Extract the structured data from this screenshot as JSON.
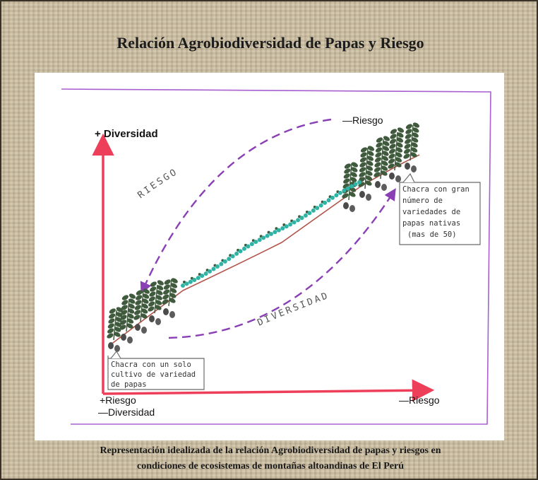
{
  "title": "Relación Agrobiodiversidad de Papas y Riesgo",
  "caption": {
    "line1": "Representación idealizada de la relación Agrobiodiversidad de papas  y riesgos en",
    "line2": "condiciones de ecosistemas de montañas altoandinas de El Perú"
  },
  "diagram": {
    "y_axis_label": "+ Diversidad",
    "origin_label_1": "+Riesgo",
    "origin_label_2": "—Diversidad",
    "x_axis_end_label": "—Riesgo",
    "top_right_label": "—Riesgo",
    "riesgo_arrow_label": "RIESGO",
    "diversidad_arrow_label": "DIVERSIDAD",
    "callout_low": {
      "line1": "Chacra con un solo",
      "line2": "cultivo de variedad",
      "line3": "de papas"
    },
    "callout_high": {
      "line1": "Chacra con gran",
      "line2": "número de",
      "line3": "variedades de",
      "line4": "papas nativas",
      "line5": "(mas de 50)"
    }
  },
  "colors": {
    "axis": "#ee3f5a",
    "arrow": "#8a3fb4",
    "border": "#a85fd0",
    "ground": "#b0554a",
    "foliage": "#3f5a3c",
    "flower": "#2fb3a5"
  }
}
